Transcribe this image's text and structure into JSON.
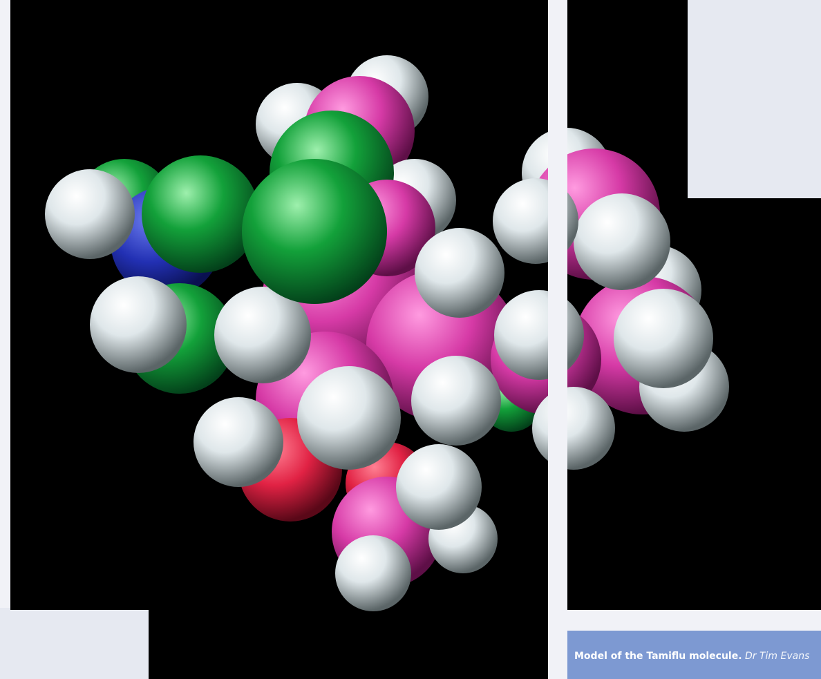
{
  "caption": {
    "text": "Model of the Tamiflu molecule.",
    "credit": "Dr Tim Evans"
  },
  "colors": {
    "page_background": "#f1f2f7",
    "panel_background": "#000000",
    "caption_background": "#7d99d2",
    "caption_text": "#ffffff",
    "atom_hydrogen": "#dfe7ea",
    "atom_carbon": "#d63aa6",
    "atom_chlorine_like": "#13a13a",
    "atom_nitrogen": "#2230b3",
    "atom_oxygen": "#e12244"
  },
  "icons": [
    "space-filling-molecule-model"
  ]
}
